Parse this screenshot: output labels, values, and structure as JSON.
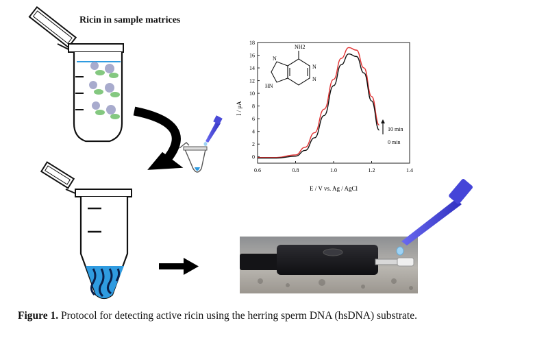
{
  "title": "Ricin in sample matrices",
  "caption": {
    "label": "Figure 1.",
    "text": "Protocol for detecting active ricin using the herring sperm DNA (hsDNA) substrate."
  },
  "chart_data": {
    "type": "line",
    "xlabel": "E / V vs. Ag / AgCl",
    "ylabel": "I / μA",
    "xlim": [
      0.6,
      1.4
    ],
    "ylim": [
      -1,
      18
    ],
    "xticks": [
      "0.6",
      "0.8",
      "1.0",
      "1.2",
      "1.4"
    ],
    "yticks": [
      "0",
      "2",
      "4",
      "6",
      "8",
      "10",
      "12",
      "14",
      "16",
      "18"
    ],
    "molecule_label": "NH2",
    "series": [
      {
        "name": "10 min",
        "color": "#e03030",
        "x": [
          0.6,
          0.7,
          0.8,
          0.85,
          0.9,
          0.95,
          1.0,
          1.04,
          1.08,
          1.12,
          1.16,
          1.2,
          1.24
        ],
        "y": [
          -0.1,
          -0.1,
          0.3,
          1.5,
          3.8,
          7.5,
          12.2,
          15.5,
          17.2,
          16.8,
          14.0,
          9.5,
          5.0
        ]
      },
      {
        "name": "0 min",
        "color": "#111111",
        "x": [
          0.6,
          0.7,
          0.8,
          0.85,
          0.9,
          0.95,
          1.0,
          1.04,
          1.08,
          1.12,
          1.16,
          1.2,
          1.24
        ],
        "y": [
          -0.2,
          -0.2,
          0.1,
          1.0,
          3.0,
          6.5,
          11.2,
          14.5,
          16.2,
          15.8,
          13.2,
          8.8,
          4.2
        ]
      }
    ],
    "annotations": [
      "10 min",
      "0 min"
    ]
  },
  "colors": {
    "reagent_blue": "#4a4ad8",
    "liquid_blue": "#2f9be0",
    "dna_dark": "#0b1f4a",
    "device": "#1b1b1f"
  }
}
